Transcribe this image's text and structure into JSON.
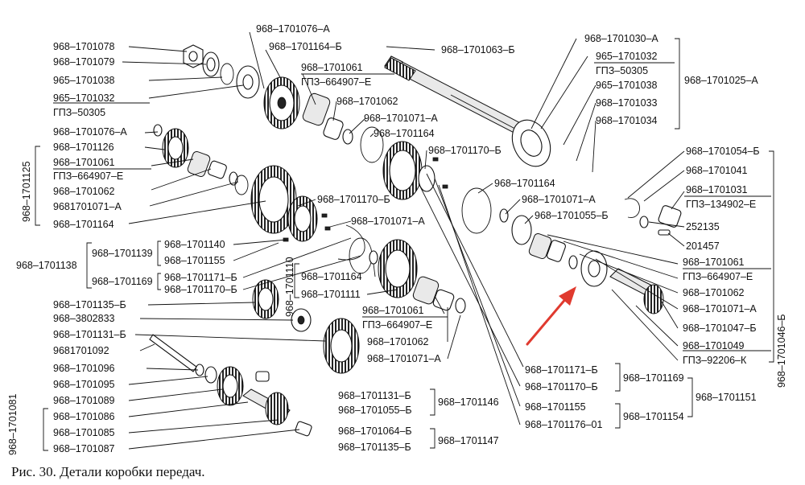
{
  "caption": "Рис. 30. Детали коробки передач.",
  "labels": {
    "l01": "968–1701078",
    "l02": "968–1701079",
    "l03": "965–1701038",
    "l04": "965–1701032",
    "l05": "ГПЗ–50305",
    "l06": "968–1701076–А",
    "l07": "968–1701164–Б",
    "l08": "968–1701063–Б",
    "l09": "968–1701061",
    "l10": "ГПЗ–664907–Е",
    "l11": "968–1701062",
    "l12": "968–1701071–А",
    "l13": "968–1701164",
    "l14": "968–1701170–Б",
    "l15": "968–1701030–А",
    "l16": "965–1701032",
    "l17": "ГПЗ–50305",
    "l18": "965–1701038",
    "l19": "968–1701033",
    "l20": "968–1701034",
    "l21": "968–1701025–А",
    "l22": "968–1701076–А",
    "l23": "968–1701126",
    "l24": "968–1701061",
    "l25": "ГПЗ–664907–Е",
    "l26": "968–1701062",
    "l27": "9681701071–А",
    "l28": "968–1701164",
    "l29": "968–1701125",
    "l30": "968–1701054–Б",
    "l31": "968–1701041",
    "l32": "968–1701031",
    "l33": "ГПЗ–134902–Е",
    "l34": "252135",
    "l35": "201457",
    "l36": "968–1701164",
    "l37": "968–1701071–А",
    "l38": "968–1701055–Б",
    "l39": "968–1701170–Б",
    "l40": "968–1701071–А",
    "l41": "968–1701140",
    "l42": "968–1701155",
    "l43": "968–1701139",
    "l44": "968–1701138",
    "l45": "968–1701169",
    "l46": "968–1701171–Б",
    "l47": "968–1701170–Б",
    "l48": "968–1701110",
    "l49": "968–1701164",
    "l50": "968–1701111",
    "l51": "968–1701061",
    "l52": "ГПЗ–664907–Е",
    "l53": "968–1701062",
    "l54": "968–1701071–А",
    "l55": "968–1701061",
    "l56": "ГПЗ–664907–Е",
    "l57": "968–1701062",
    "l58": "968–1701071–А",
    "l59": "968–1701047–Б",
    "l60": "968–1701049",
    "l61": "ГПЗ–92206–К",
    "l62": "968–1701046–Б",
    "l63": "968–1701135–Б",
    "l64": "968–3802833",
    "l65": "968–1701131–Б",
    "l66": "9681701092",
    "l67": "968–1701096",
    "l68": "968–1701095",
    "l69": "968–1701089",
    "l70": "968–1701086",
    "l71": "968–1701085",
    "l72": "968–1701087",
    "l73": "968–1701081",
    "l74": "968–1701131–Б",
    "l75": "968–1701055–Б",
    "l76": "968–1701146",
    "l77": "968–1701064–Б",
    "l78": "968–1701135–Б",
    "l79": "968–1701147",
    "l80": "968–1701171–Б",
    "l81": "968–1701170–Б",
    "l82": "968–1701155",
    "l83": "968–1701176–01",
    "l84": "968–1701169",
    "l85": "968–1701154",
    "l86": "968–1701151"
  },
  "colors": {
    "ink": "#111111",
    "arrow": "#e03a2f",
    "paper": "#ffffff"
  }
}
